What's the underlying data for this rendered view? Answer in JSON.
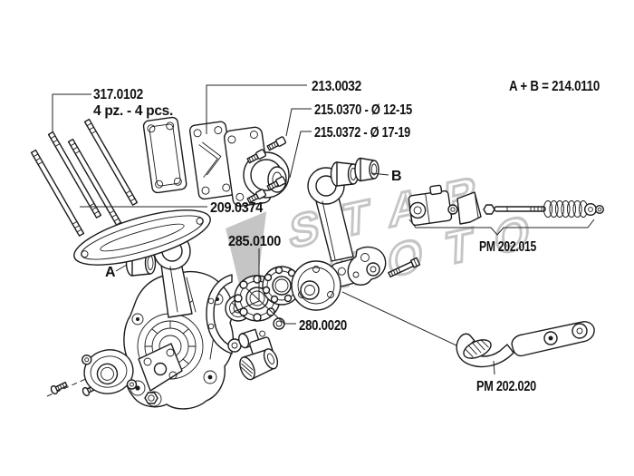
{
  "diagram": {
    "assembly_note": "A + B = 214.0110",
    "callouts": {
      "studs_part": "317.0102",
      "studs_qty": "4 pz. - 4 pcs.",
      "reed_manifold": "213.0032",
      "screws_small": "215.0370 - Ø 12-15",
      "screws_large": "215.0372 - Ø 17-19",
      "intake_gasket": "209.0374",
      "case_gasket": "285.0100",
      "bearing": "280.0020",
      "marker_a": "A",
      "marker_b": "B",
      "tensioner_kit": "PM 202.015",
      "lever_kit": "PM 202.020"
    },
    "watermark": {
      "line1": "STAR",
      "line2": "MOTO"
    },
    "colors": {
      "line": "#1b1b1b",
      "label_text": "#101010",
      "watermark": "#c5c5c5",
      "background": "#ffffff"
    }
  }
}
